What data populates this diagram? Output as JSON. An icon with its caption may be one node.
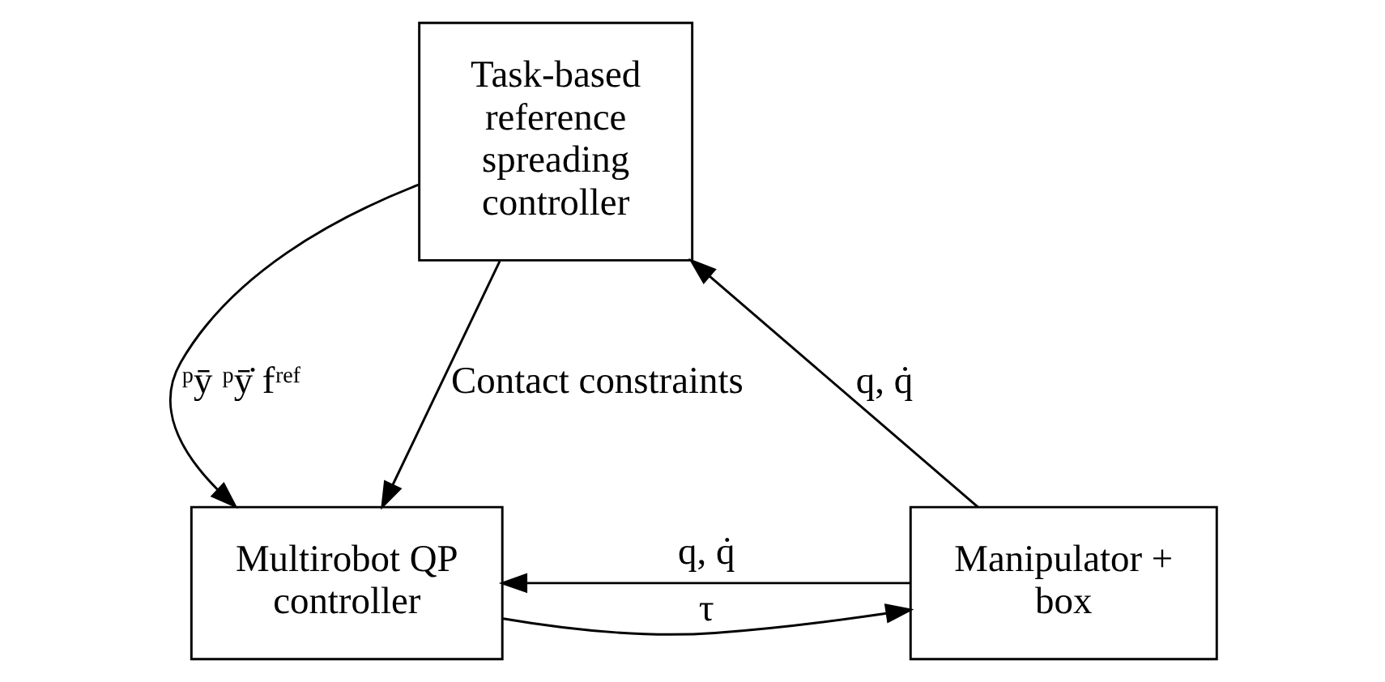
{
  "diagram": {
    "nodes": [
      {
        "text": [
          "Task-based reference spreading controller"
        ]
      },
      {
        "text": [
          "Multirobot QP controller"
        ]
      },
      {
        "text": [
          "Manipulator + box"
        ]
      }
    ],
    "edges": [
      {
        "from": 0,
        "to": 1,
        "arrow": "to",
        "label": "ᵖȳ ᵖȳ̇ fʳᵉᶠ"
      },
      {
        "from": 0,
        "to": 1,
        "arrow": "to",
        "label": "Contact constraints"
      },
      {
        "from": 1,
        "to": 2,
        "arrow": "to",
        "label": "τ"
      },
      {
        "from": 2,
        "to": 0,
        "arrow": "to",
        "label": "q, q̇"
      },
      {
        "from": 2,
        "to": 1,
        "arrow": "to",
        "label": "q, q̇"
      }
    ]
  }
}
